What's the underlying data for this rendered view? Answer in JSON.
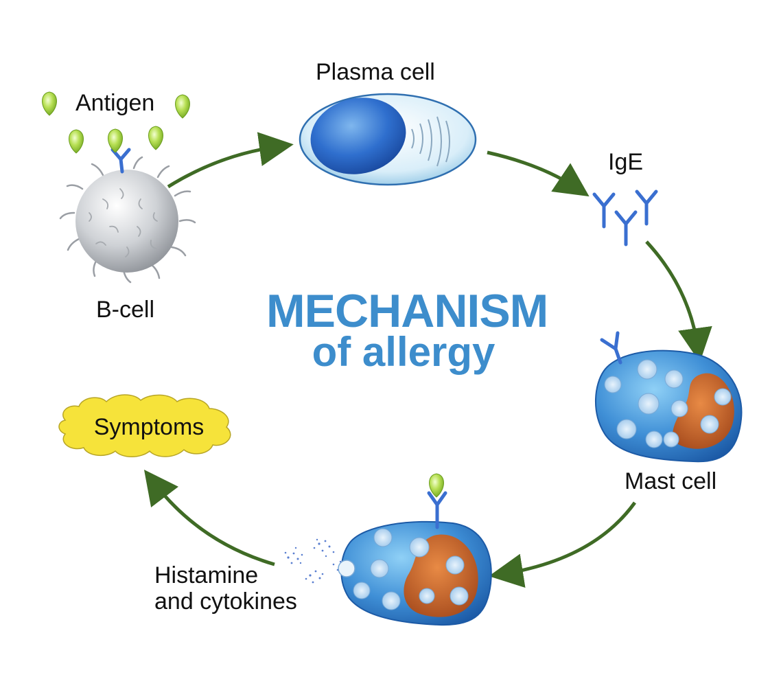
{
  "title": {
    "line1": "MECHANISM",
    "line2": "of allergy"
  },
  "nodes": {
    "antigen": "Antigen",
    "b_cell": "B-cell",
    "plasma_cell": "Plasma cell",
    "ige": "IgE",
    "mast_cell": "Mast cell",
    "histamine_line1": "Histamine",
    "histamine_line2": "and cytokines",
    "symptoms": "Symptoms"
  },
  "colors": {
    "title": "#3d8dcc",
    "arrow": "#3f6b25",
    "antigen": "#9ed23a",
    "antibody": "#3a6fd0",
    "cell_blue": "#3f8fd6",
    "nucleus": "#c9662a",
    "symptoms_cloud": "#f6e33a"
  }
}
